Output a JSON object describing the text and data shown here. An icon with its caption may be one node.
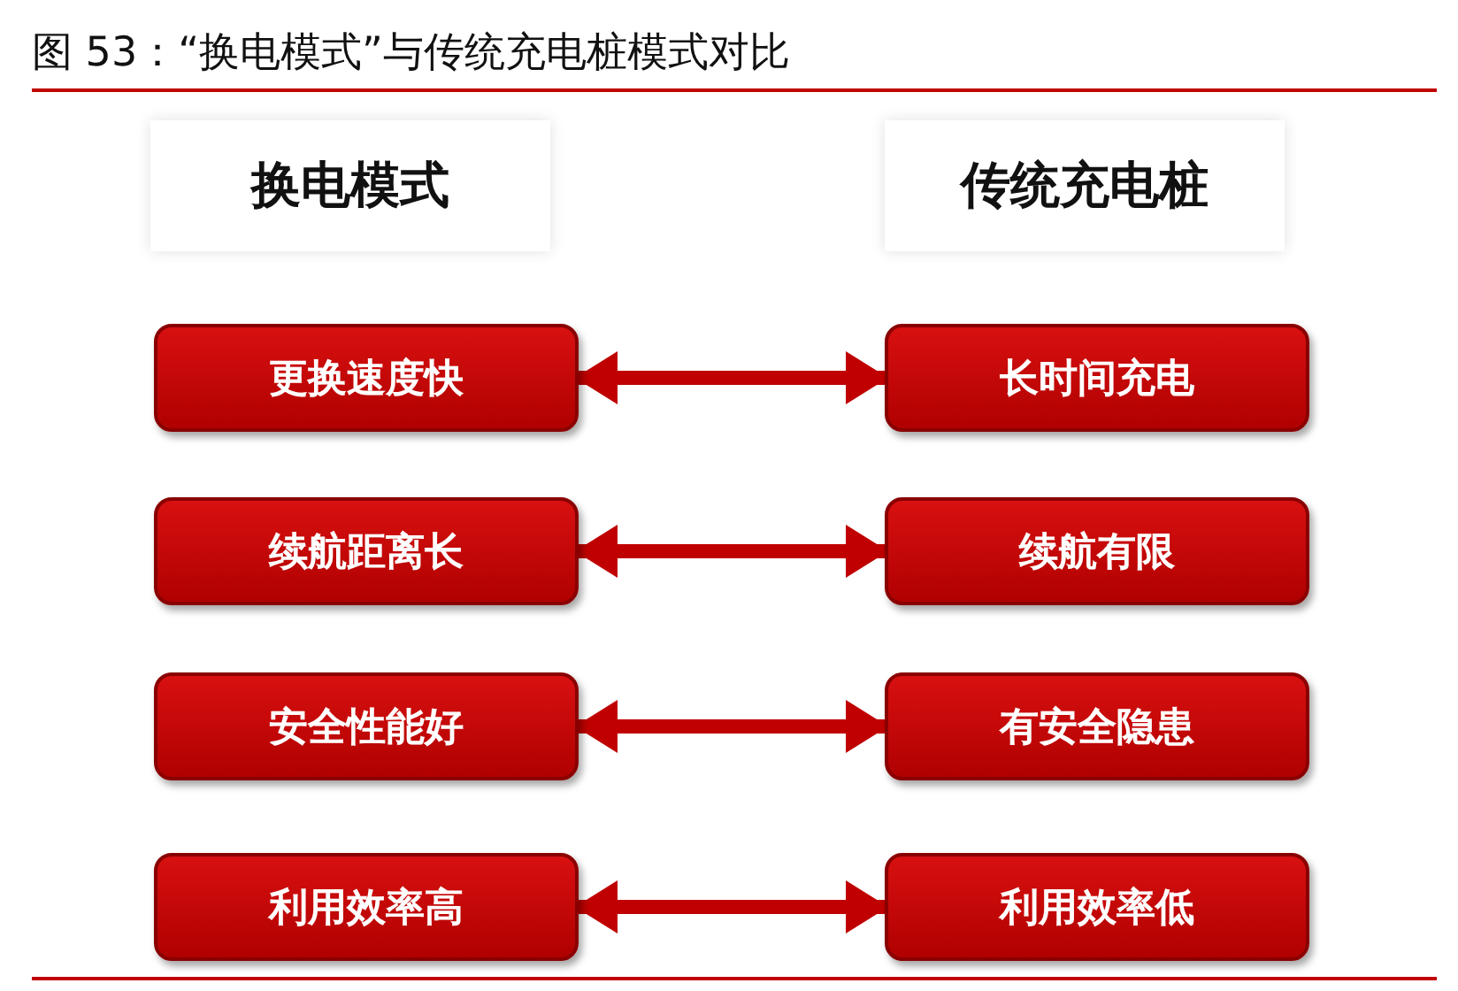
{
  "diagram": {
    "title": "图 53：“换电模式”与传统充电桩模式对比",
    "nodes": [
      {
        "text": [
          "换电模式"
        ]
      },
      {
        "text": [
          "传统充电桩"
        ]
      },
      {
        "text": [
          "更换速度快"
        ]
      },
      {
        "text": [
          "长时间充电"
        ]
      },
      {
        "text": [
          "续航距离长"
        ]
      },
      {
        "text": [
          "续航有限"
        ]
      },
      {
        "text": [
          "安全性能好"
        ]
      },
      {
        "text": [
          "有安全隐患"
        ]
      },
      {
        "text": [
          "利用效率高"
        ]
      },
      {
        "text": [
          "利用效率低"
        ]
      }
    ],
    "edges": [
      {
        "from": 2,
        "to": 3,
        "arrow": "both"
      },
      {
        "from": 4,
        "to": 5,
        "arrow": "both"
      },
      {
        "from": 6,
        "to": 7,
        "arrow": "both"
      },
      {
        "from": 8,
        "to": 9,
        "arrow": "both"
      }
    ]
  }
}
